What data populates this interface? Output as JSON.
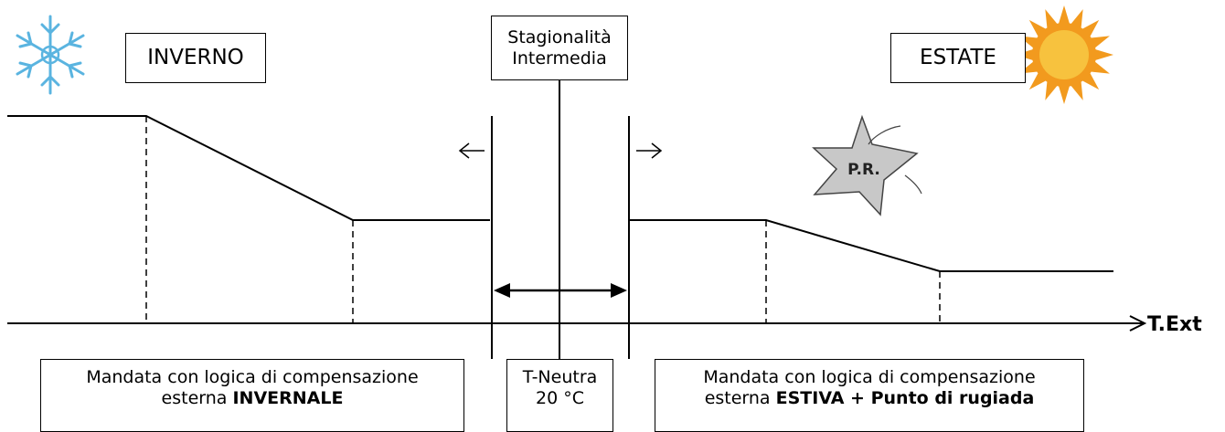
{
  "season_labels": {
    "winter": "INVERNO",
    "summer": "ESTATE",
    "intermediate_line1": "Stagionalità",
    "intermediate_line2": "Intermedia"
  },
  "axis": {
    "x_label": "T.Ext"
  },
  "neutral": {
    "line1": "T-Neutra",
    "line2": "20 °C"
  },
  "dew_point_badge": "P.R.",
  "winter_caption": {
    "line1": "Mandata con logica di compensazione",
    "line2_prefix": "esterna ",
    "line2_bold": "INVERNALE"
  },
  "summer_caption": {
    "line1": "Mandata con logica di compensazione",
    "line2_prefix": "esterna ",
    "line2_bold": "ESTIVA + Punto di rugiada"
  },
  "colors": {
    "line": "#000000",
    "snowflake": "#5ab4e0",
    "sun_outer": "#f29a1e",
    "sun_inner": "#f7c23e",
    "badge_fill": "#c8c8c8"
  }
}
